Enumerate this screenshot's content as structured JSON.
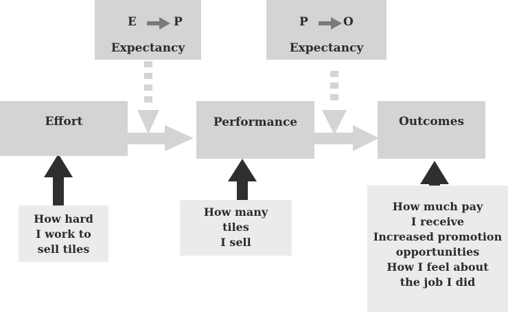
{
  "expectancy_ep": {
    "from": "E",
    "to": "P",
    "label": "Expectancy"
  },
  "expectancy_po": {
    "from": "P",
    "to": "O",
    "label": "Expectancy"
  },
  "nodes": {
    "effort": "Effort",
    "performance": "Performance",
    "outcomes": "Outcomes"
  },
  "notes": {
    "effort": [
      "How hard",
      "I work to",
      "sell tiles"
    ],
    "performance": [
      "How many",
      "tiles",
      "I sell"
    ],
    "outcomes": [
      "How much pay",
      "I receive",
      "Increased promotion",
      "opportunities",
      "How I feel about",
      "the job I did"
    ]
  },
  "colors": {
    "box": "#d4d4d4",
    "note_box": "#ebebeb",
    "arrow_light": "#d4d4d4",
    "arrow_dark": "#2f2f2f",
    "small_arrow": "#7a7a7a",
    "text": "#2b2b2b"
  }
}
